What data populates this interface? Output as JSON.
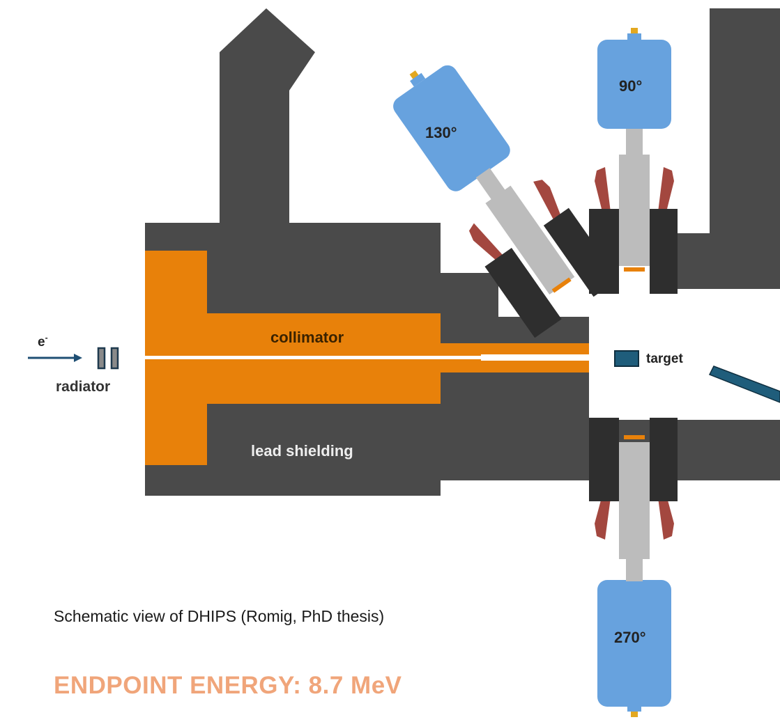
{
  "labels": {
    "electron": "e",
    "electron_sup": "-",
    "radiator": "radiator",
    "collimator": "collimator",
    "lead_shielding": "lead shielding",
    "target": "target",
    "detector_90": "90°",
    "detector_130": "130°",
    "detector_270": "270°"
  },
  "caption": "Schematic view of DHIPS (Romig, PhD thesis)",
  "endpoint_energy": "ENDPOINT ENERGY: 8.7  MeV",
  "colors": {
    "lead": "#4a4a4a",
    "collimator": "#e8810a",
    "detector": "#67a2de",
    "crystal_housing": "#bcbcbc",
    "bgo_shield": "#a3473f",
    "shield_block": "#2e2e2e",
    "target": "#1f5d7b",
    "beam_arrow": "#1f4f74",
    "energy_text": "#f0a57a"
  }
}
